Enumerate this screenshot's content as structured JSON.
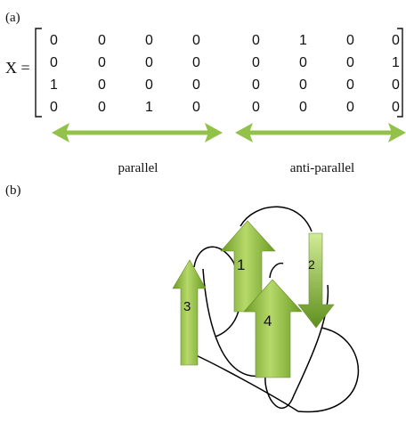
{
  "panel_a_label": "(a)",
  "panel_b_label": "(b)",
  "matrix": {
    "name": "X =",
    "rows": [
      [
        "0",
        "0",
        "0",
        "0",
        "0",
        "1",
        "0",
        "0"
      ],
      [
        "0",
        "0",
        "0",
        "0",
        "0",
        "0",
        "0",
        "1"
      ],
      [
        "1",
        "0",
        "0",
        "0",
        "0",
        "0",
        "0",
        "0"
      ],
      [
        "0",
        "0",
        "1",
        "0",
        "0",
        "0",
        "0",
        "0"
      ]
    ]
  },
  "ranges": {
    "left_label": "parallel",
    "right_label": "anti-parallel",
    "arrow_color": "#93c24a"
  },
  "strands": {
    "labels": [
      "1",
      "2",
      "3",
      "4"
    ],
    "fill_light": "#c9e68a",
    "fill_dark": "#5e8f1c"
  }
}
